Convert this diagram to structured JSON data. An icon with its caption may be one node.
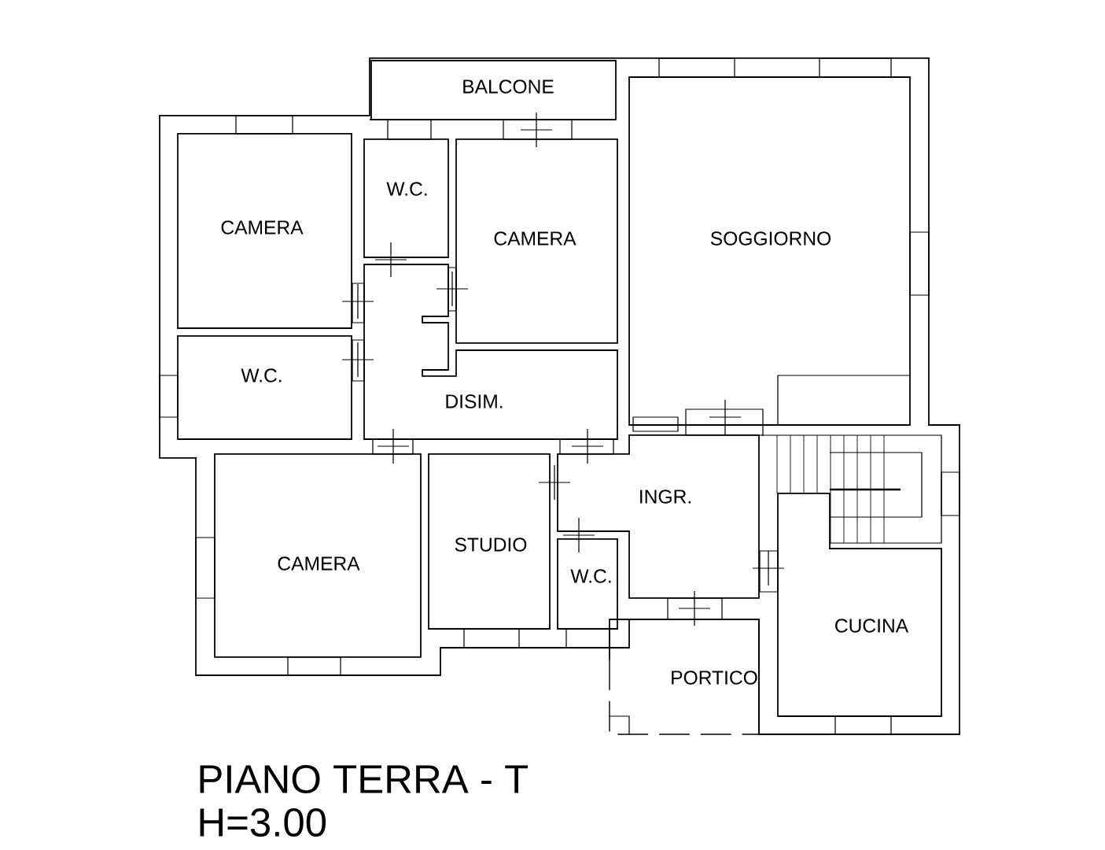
{
  "diagram": {
    "nodes": [
      {
        "text": [
          "BALCONE"
        ]
      },
      {
        "text": [
          "CAMERA"
        ]
      },
      {
        "text": [
          "W.C."
        ]
      },
      {
        "text": [
          "CAMERA"
        ]
      },
      {
        "text": [
          "SOGGIORNO"
        ]
      },
      {
        "text": [
          "W.C."
        ]
      },
      {
        "text": [
          "DISIM."
        ]
      },
      {
        "text": [
          "CAMERA"
        ]
      },
      {
        "text": [
          "STUDIO"
        ]
      },
      {
        "text": [
          "INGR."
        ]
      },
      {
        "text": [
          "W.C."
        ]
      },
      {
        "text": [
          "CUCINA"
        ]
      },
      {
        "text": [
          "PORTICO"
        ]
      }
    ],
    "edges": [],
    "labels": [
      "PIANO TERRA - T",
      "H=3.00"
    ]
  }
}
